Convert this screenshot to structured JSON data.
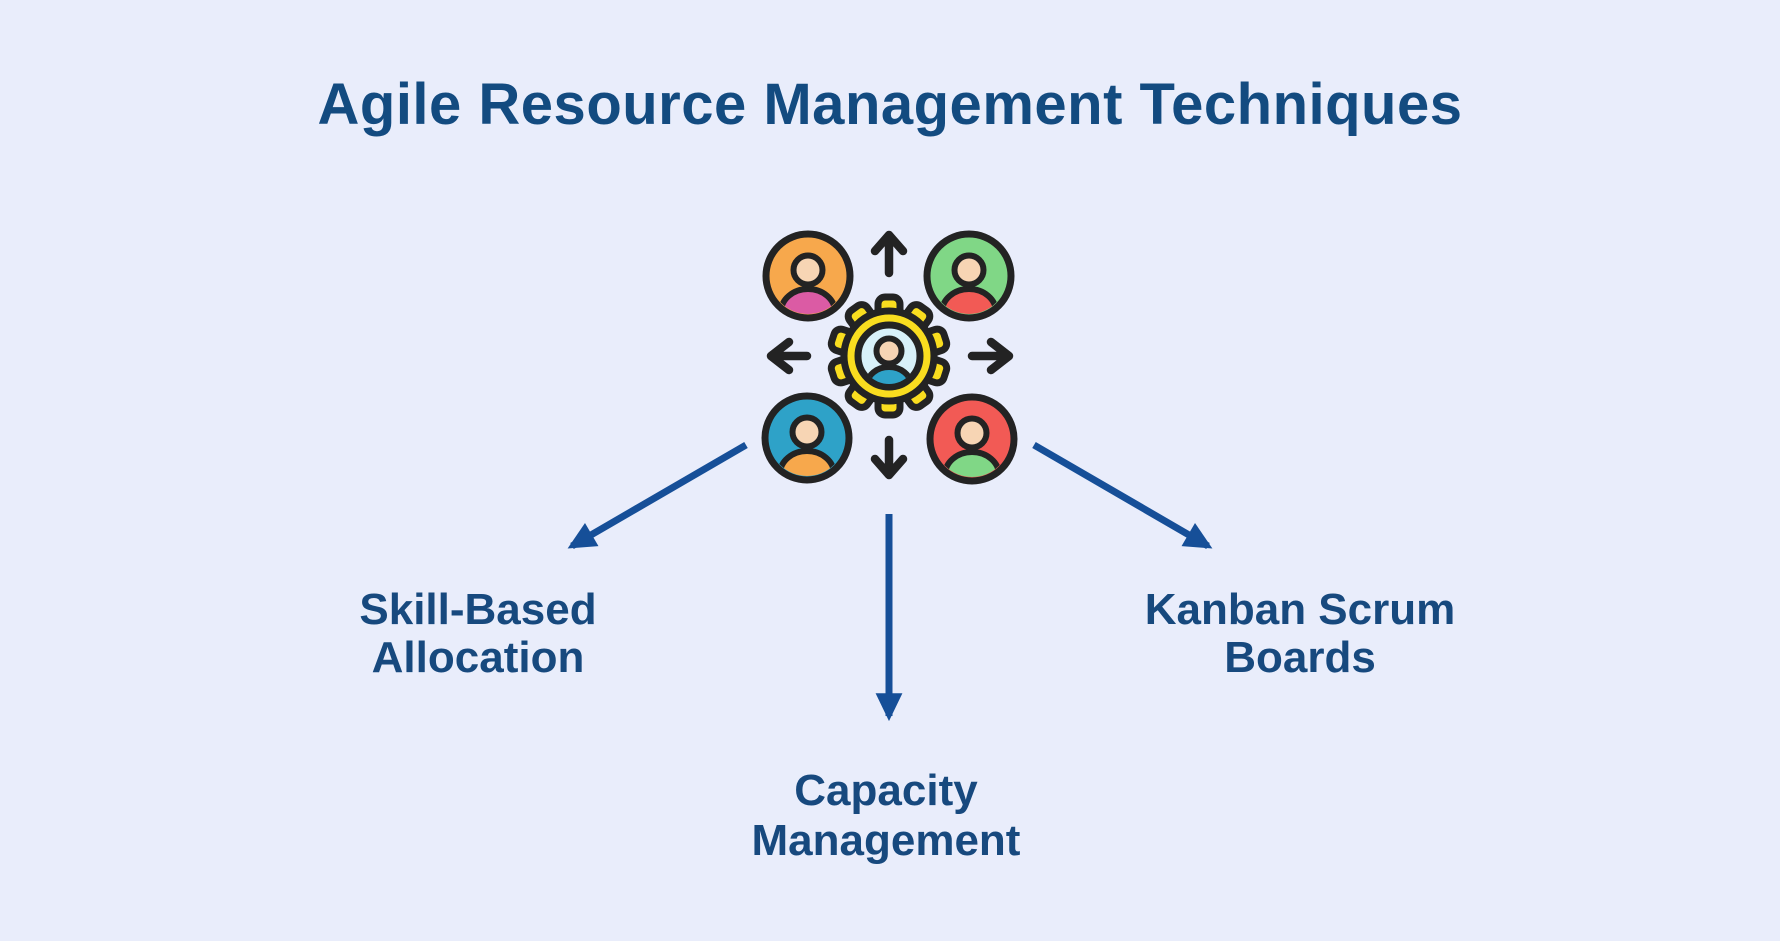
{
  "title": "Agile Resource Management Techniques",
  "palette": {
    "background": "#E9EDFB",
    "page": "#FFFFFF",
    "title_text": "#134B80",
    "label_text": "#17497E",
    "connector_blue": "#164F98",
    "outline_dark": "#232323",
    "gear_yellow": "#F9DD1F",
    "gear_inner_blue": "#D8F1F9",
    "skin": "#F7D5B4",
    "orange": "#F7A84C",
    "magenta": "#DB5BA4",
    "green": "#80D786",
    "red": "#F25A55",
    "teal": "#2EA2C8"
  },
  "center_icon": {
    "name": "team-resource-allocation",
    "description": "Gear with person surrounded by four people and up/down/left/right exchange arrows",
    "people": [
      {
        "position": "top-left",
        "circle": "orange",
        "body": "magenta"
      },
      {
        "position": "top-right",
        "circle": "green",
        "body": "red"
      },
      {
        "position": "bottom-left",
        "circle": "teal",
        "body": "orange"
      },
      {
        "position": "bottom-right",
        "circle": "red",
        "body": "green"
      }
    ],
    "gear_person": {
      "circle": "light-blue",
      "body": "teal"
    }
  },
  "techniques": [
    {
      "id": "skill-based-allocation",
      "lines": [
        "Skill-Based",
        "Allocation"
      ]
    },
    {
      "id": "capacity-management",
      "lines": [
        "Capacity",
        "Management"
      ]
    },
    {
      "id": "kanban-scrum-boards",
      "lines": [
        "Kanban Scrum",
        "Boards"
      ]
    }
  ]
}
